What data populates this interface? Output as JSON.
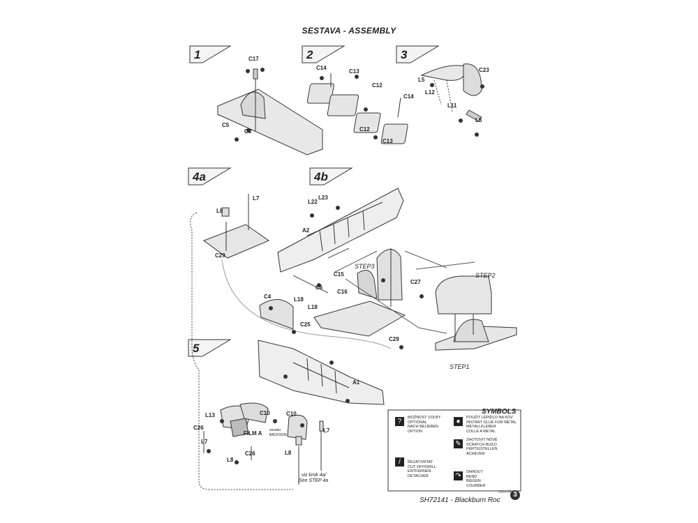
{
  "title": "SESTAVA - ASSEMBLY",
  "steps": {
    "s1": "1",
    "s2": "2",
    "s3": "3",
    "s4a": "4a",
    "s4b": "4b",
    "s5": "5"
  },
  "labels": {
    "c17": "C17",
    "c5": "C5",
    "c8": "C8",
    "c14a": "C14",
    "c13a": "C13",
    "c12a": "C12",
    "c14b": "C14",
    "c12b": "C12",
    "c13b": "C13",
    "c23": "C23",
    "l5a": "L5",
    "l12": "L12",
    "l11": "L11",
    "l5b": "L5",
    "l8a": "L8",
    "l7a": "L7",
    "c29a": "C29",
    "l22": "L22",
    "l23": "L23",
    "a2": "A2",
    "step3": "STEP3",
    "c15": "C15",
    "c6": "C6",
    "c16": "C16",
    "c4": "C4",
    "l18a": "L18",
    "l18b": "L18",
    "c25": "C25",
    "c27": "C27",
    "step2": "STEP2",
    "step1": "STEP1",
    "c29b": "C29",
    "a1": "A1",
    "l13": "L13",
    "c10a": "C10",
    "c10b": "C10",
    "c26a": "C26",
    "l7b": "L7",
    "film": "FILM A",
    "backside_cz": "zezadu",
    "backside_en": "BACKSIDE",
    "l8b": "L8",
    "c26b": "C26",
    "l8c": "L8",
    "l7c": "L7",
    "see_cz": "viz krok 4a/",
    "see_en": "See STEP 4a"
  },
  "symbols": {
    "heading": "SYMBOLS",
    "optional": [
      "MOŽNOST VOLBY",
      "OPTIONAL",
      "NACH BELIEBEN",
      "OPTION"
    ],
    "glue": [
      "POUŽIT LEPIDLO NA KOV",
      "INSTANT GLUE FOR METAL",
      "METALLKLEBER",
      "COLLE A METAL"
    ],
    "scratch": [
      "ZHOTOVIT NOVÉ",
      "SCRATCH BUILD",
      "FERTIGSTELLEN",
      "ACHEVER"
    ],
    "cut": [
      "ŘEZAT/VRTAT",
      "CUT OFF/DRILL",
      "ENTFERNEN",
      "DETACHER"
    ],
    "bend": [
      "OHNOUT",
      "BEND",
      "BIEGEN",
      "COURBER"
    ]
  },
  "footer": {
    "code": "SH72141 - Blackburn Roc",
    "small": "2004-05",
    "page": "3"
  }
}
